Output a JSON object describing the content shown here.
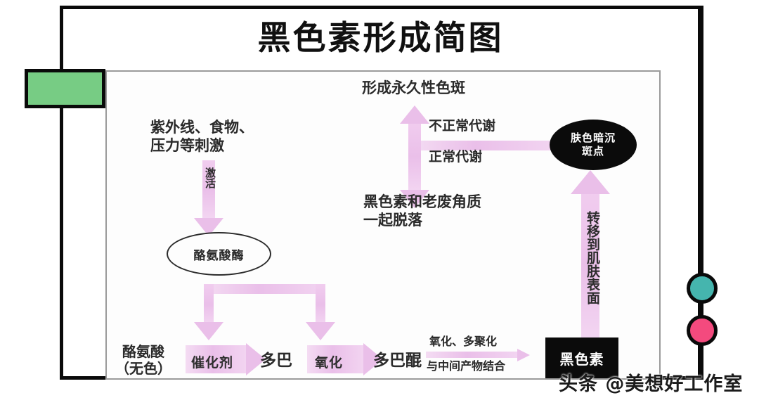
{
  "title": "黑色素形成简图",
  "watermark": "头条 @美想好工作室",
  "colors": {
    "frame": "#0a0a0a",
    "inner_frame": "#9a9a9a",
    "arrow_pink": "#eabfe9",
    "green_box": "#77cc84",
    "dot_teal": "#45b5ae",
    "dot_pink": "#f44a7e",
    "black_fill": "#0b0b0b"
  },
  "nodes": {
    "stimuli": "紫外线、食物、\n压力等刺激",
    "activate": "激活",
    "tyrosinase": "酪氨酸酶",
    "tyrosine": "酪氨酸\n（无色）",
    "catalyst": "催化剂",
    "dopa": "多巴",
    "oxidation": "氧化",
    "dopaquinone": "多巴醌",
    "polymerize_top": "氧化、多聚化",
    "polymerize_bottom": "与中间产物结合",
    "melanin": "黑色素",
    "transfer": "转移到肌肤表面",
    "dull_skin_line1": "肤色暗沉",
    "dull_skin_line2": "斑点",
    "abnormal_metabolism": "不正常代谢",
    "normal_metabolism": "正常代谢",
    "permanent_spots": "形成永久性色斑",
    "shed_together": "黑色素和老废角质\n一起脱落"
  }
}
